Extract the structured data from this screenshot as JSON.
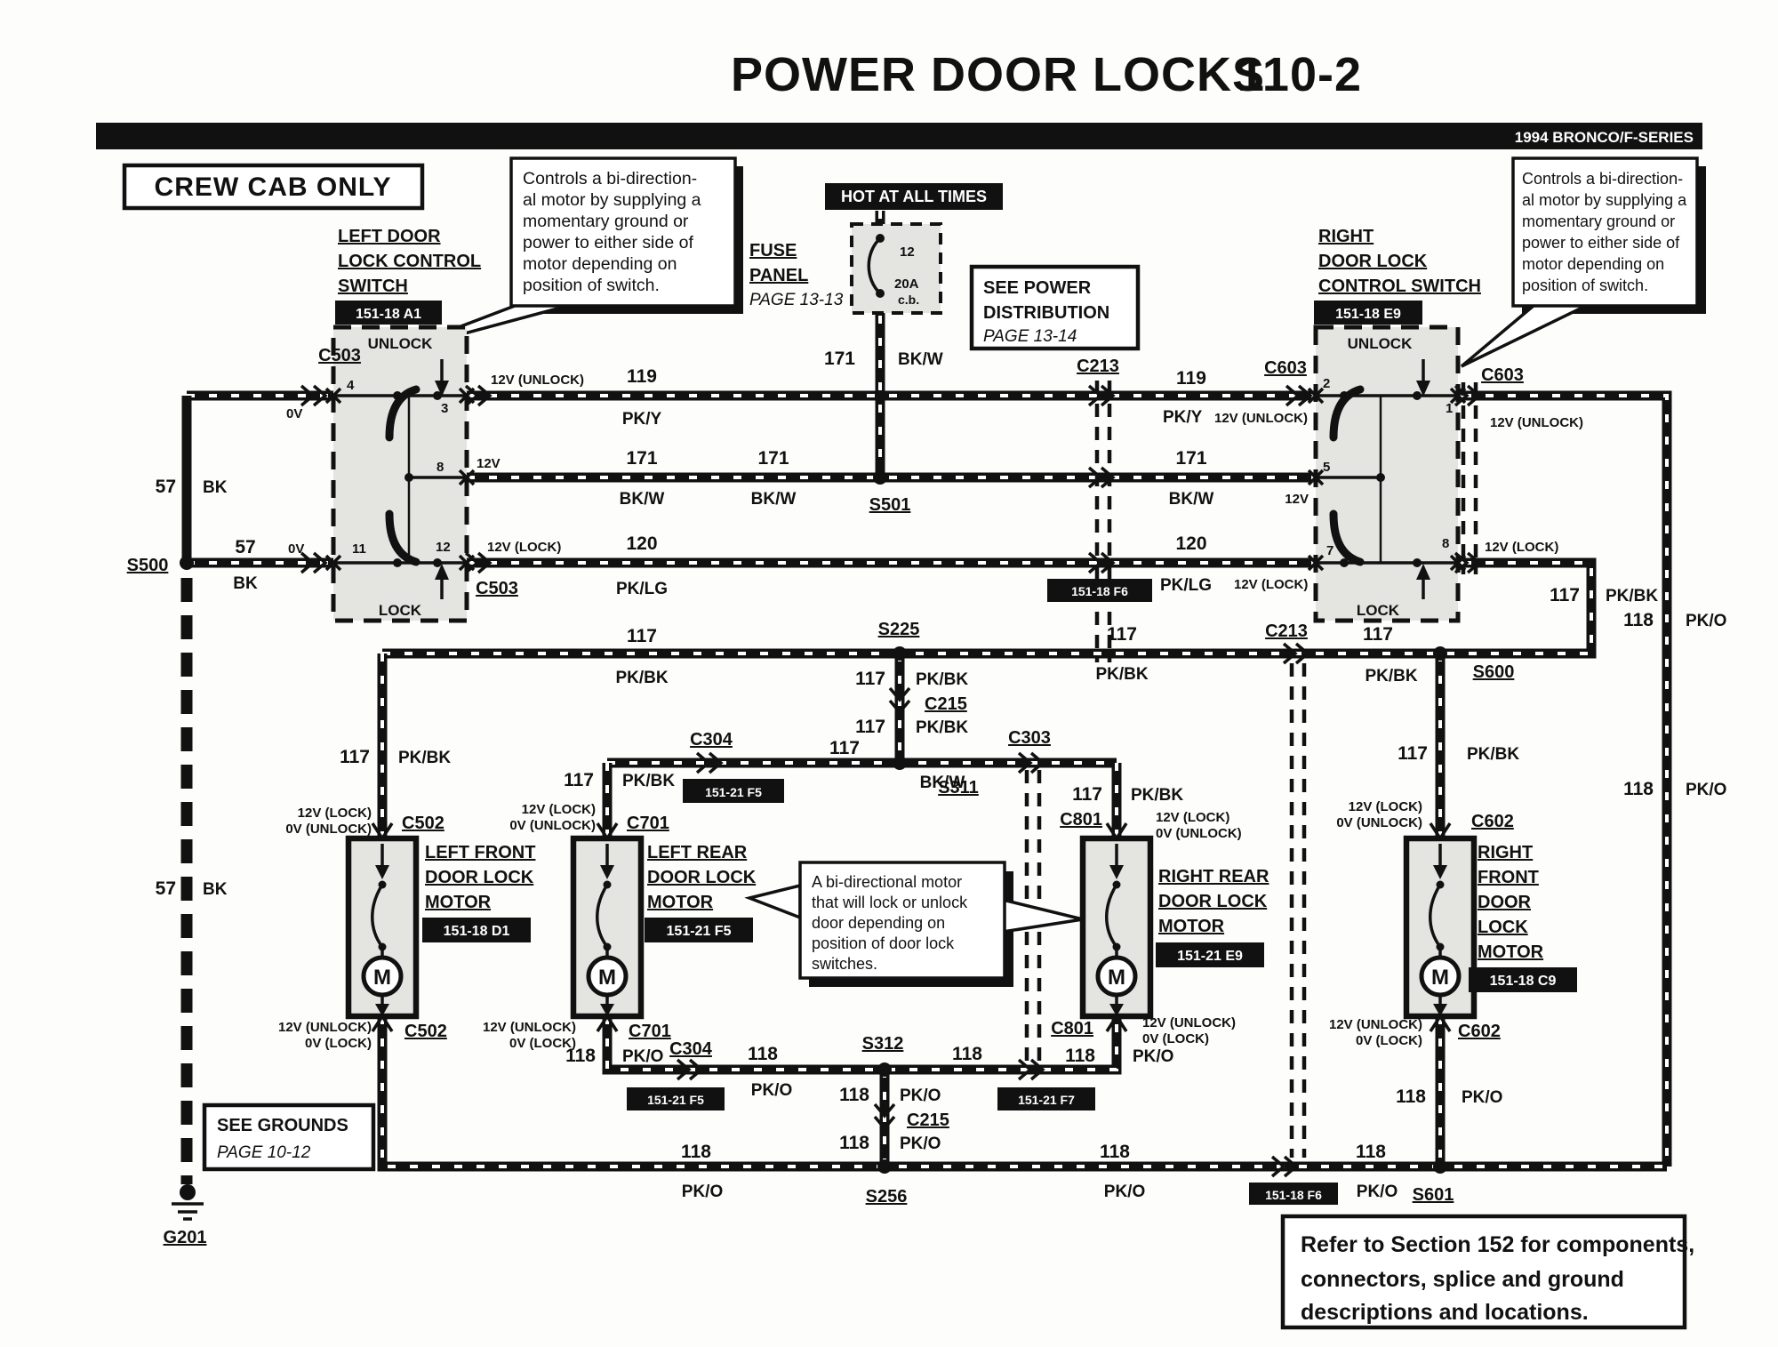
{
  "colors": {
    "ink": "#111111",
    "paper": "#fdfdfb",
    "shade": "#e4e4e1"
  },
  "header": {
    "title": "POWER DOOR LOCKS",
    "page": "110-2",
    "vehicle": "1994 BRONCO/F-SERIES"
  },
  "notes": {
    "crew_cab": "CREW CAB ONLY",
    "switch_callout": [
      "Controls a bi-direction-",
      "al motor by supplying a",
      "momentary ground or",
      "power to either side of",
      "motor depending on",
      "position of switch."
    ],
    "motor_callout": [
      "A bi-directional motor",
      "that will lock or unlock",
      "door depending on",
      "position of door lock",
      "switches."
    ],
    "hot": "HOT AT ALL TIMES",
    "fuse_panel": {
      "l1": "FUSE",
      "l2": "PANEL",
      "l3": "PAGE 13-13"
    },
    "power_dist": {
      "l1": "SEE POWER",
      "l2": "DISTRIBUTION",
      "l3": "PAGE 13-14"
    },
    "grounds": {
      "l1": "SEE GROUNDS",
      "l2": "PAGE 10-12"
    },
    "refer": {
      "l1": "Refer to Section 152 for components,",
      "l2": "connectors, splice and ground",
      "l3": "descriptions and locations."
    }
  },
  "switches": {
    "unlock": "UNLOCK",
    "lock": "LOCK",
    "left": {
      "l1": "LEFT DOOR",
      "l2": "LOCK CONTROL",
      "l3": "SWITCH",
      "ref": "151-18 A1",
      "p3": "3",
      "p4": "4",
      "p8": "8",
      "p11": "11",
      "p12": "12"
    },
    "right": {
      "l1": "RIGHT",
      "l2": "DOOR LOCK",
      "l3": "CONTROL SWITCH",
      "ref": "151-18 E9",
      "p1": "1",
      "p2": "2",
      "p5": "5",
      "p7": "7",
      "p8": "8"
    }
  },
  "fuse": {
    "number": "12",
    "rating": "20A",
    "type": "c.b."
  },
  "motors": {
    "symbol": "M",
    "lf": {
      "l1": "LEFT FRONT",
      "l2": "DOOR LOCK",
      "l3": "MOTOR",
      "ref": "151-18 D1"
    },
    "lr": {
      "l1": "LEFT REAR",
      "l2": "DOOR LOCK",
      "l3": "MOTOR",
      "ref": "151-21 F5"
    },
    "rr": {
      "l1": "RIGHT REAR",
      "l2": "DOOR LOCK",
      "l3": "MOTOR",
      "ref": "151-21 E9"
    },
    "rf": {
      "l1": "RIGHT",
      "l2": "FRONT",
      "l3": "DOOR",
      "l4": "LOCK",
      "l5": "MOTOR",
      "ref": "151-18 C9"
    }
  },
  "connectors": {
    "c503": "C503",
    "c213": "C213",
    "c603": "C603",
    "c502": "C502",
    "c701": "C701",
    "c801": "C801",
    "c602": "C602",
    "c304": "C304",
    "c303": "C303",
    "c215": "C215"
  },
  "refs": {
    "f6": "151-18 F6",
    "f5": "151-21 F5",
    "f7": "151-21 F7"
  },
  "splices": {
    "s500": "S500",
    "s501": "S501",
    "s225": "S225",
    "s311": "S311",
    "s312": "S312",
    "s256": "S256",
    "s600": "S600",
    "s601": "S601",
    "ground": "G201"
  },
  "wires": {
    "w57": "57",
    "w117": "117",
    "w118": "118",
    "w119": "119",
    "w120": "120",
    "w171": "171",
    "bk": "BK",
    "bkw": "BK/W",
    "pky": "PK/Y",
    "pklg": "PK/LG",
    "pkbk": "PK/BK",
    "pko": "PK/O",
    "v0": "0V",
    "v12": "12V",
    "v12u": "12V (UNLOCK)",
    "v12l": "12V (LOCK)",
    "v0u": "0V (UNLOCK)",
    "v0l": "0V (LOCK)"
  }
}
